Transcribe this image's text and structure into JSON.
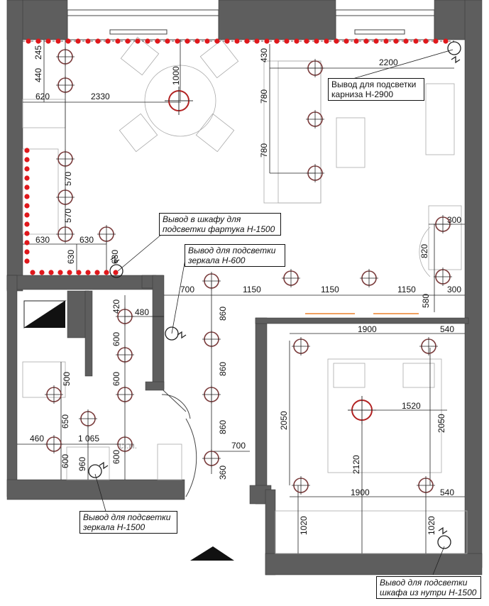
{
  "colors": {
    "wall": "#5e5e5e",
    "led": "#e0181c",
    "fixture": "#7a3b3b",
    "chandelier": "#b22222",
    "accent_strip": "#f0a060"
  },
  "icons": [
    "ceiling-light-icon",
    "chandelier-icon",
    "socket-outlet-icon",
    "entrance-arrow-icon"
  ],
  "notes": {
    "cornice": [
      "Вывод для подсветки",
      "карниза Н-2900"
    ],
    "cabinet_apron": [
      "Вывод  в шкафу для",
      "подсветки фартука Н-1500"
    ],
    "mirror_hall": [
      "Вывод для подсветки",
      "зеркала Н-600"
    ],
    "mirror_bath": [
      "Вывод для подсветки",
      "зеркала Н-1500"
    ],
    "wardrobe": [
      "Вывод для подсветки",
      "шкафа из нутри Н-1500"
    ]
  },
  "appliance_label": "ст.м.",
  "dimensions": {
    "d245": "245",
    "d440": "440",
    "d620": "620",
    "d2330": "2330",
    "d1000": "1000",
    "d430": "430",
    "d2200": "2200",
    "d780a": "780",
    "d780b": "780",
    "d570a": "570",
    "d570b": "570",
    "d630a": "630",
    "d630b": "630",
    "d630c": "630",
    "d630d": "630",
    "d300a": "300",
    "d820": "820",
    "d300b": "300",
    "d700a": "700",
    "d1150a": "1150",
    "d1150b": "1150",
    "d1150c": "1150",
    "d580": "580",
    "d420": "420",
    "d480": "480",
    "d600a": "600",
    "d500": "500",
    "d600b": "600",
    "d860a": "860",
    "d860b": "860",
    "d860c": "860",
    "d650": "650",
    "d460": "460",
    "d1065": "1 065",
    "d600c": "600",
    "d960": "960",
    "d600d": "600",
    "d700b": "700",
    "d360": "360",
    "d1900a": "1900",
    "d540a": "540",
    "d2050a": "2050",
    "d1520": "1520",
    "d2050b": "2050",
    "d2120": "2120",
    "d1900b": "1900",
    "d540b": "540",
    "d1020a": "1020",
    "d1020b": "1020"
  }
}
